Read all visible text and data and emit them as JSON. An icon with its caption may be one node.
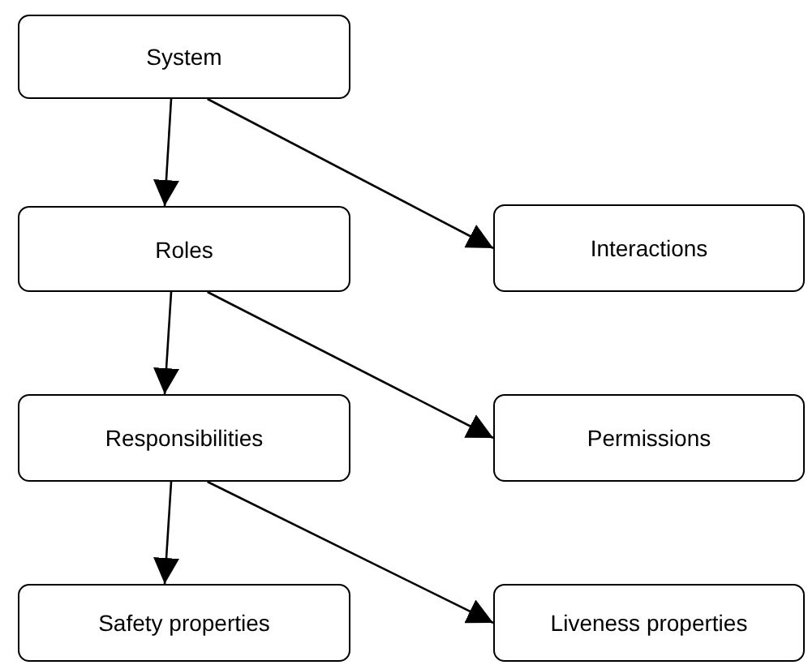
{
  "diagram": {
    "nodes": [
      {
        "text": [
          "System"
        ]
      },
      {
        "text": [
          "Roles"
        ]
      },
      {
        "text": [
          "Interactions"
        ]
      },
      {
        "text": [
          "Responsibilities"
        ]
      },
      {
        "text": [
          "Permissions"
        ]
      },
      {
        "text": [
          "Safety properties"
        ]
      },
      {
        "text": [
          "Liveness properties"
        ]
      }
    ],
    "edges": [
      {
        "from": 0,
        "to": 1,
        "arrow": "to"
      },
      {
        "from": 0,
        "to": 2,
        "arrow": "to"
      },
      {
        "from": 1,
        "to": 3,
        "arrow": "to"
      },
      {
        "from": 1,
        "to": 4,
        "arrow": "to"
      },
      {
        "from": 3,
        "to": 5,
        "arrow": "to"
      },
      {
        "from": 3,
        "to": 6,
        "arrow": "to"
      }
    ]
  }
}
